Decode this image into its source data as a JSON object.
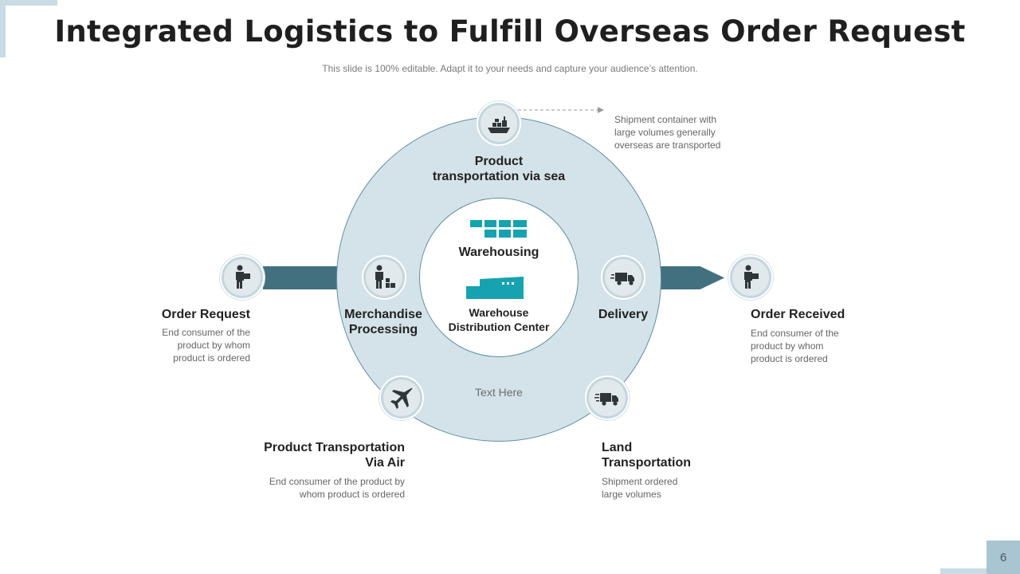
{
  "title": "Integrated Logistics to Fulfill Overseas Order Request",
  "subtitle": "This slide is 100% editable. Adapt it to your needs and capture your audience’s attention.",
  "page_number": "6",
  "center": {
    "warehousing": "Warehousing",
    "distribution": "Warehouse\nDistribution Center",
    "text_here": "Text Here"
  },
  "nodes": {
    "sea": {
      "label": "Product\ntransportation via sea",
      "desc": "Shipment container with\nlarge volumes generally\noverseas are transported",
      "icon": "cargo-ship-icon"
    },
    "order_request": {
      "label": "Order Request",
      "desc": "End consumer of the\nproduct by whom\nproduct is ordered",
      "icon": "person-with-box-icon"
    },
    "merchandise": {
      "label": "Merchandise\nProcessing",
      "icon": "worker-boxes-icon"
    },
    "delivery": {
      "label": "Delivery",
      "icon": "delivery-truck-icon"
    },
    "order_received": {
      "label": "Order Received",
      "desc": "End consumer of the\nproduct by whom\nproduct is ordered",
      "icon": "person-with-box-icon"
    },
    "air": {
      "label": "Product Transportation\nVia Air",
      "desc": "End consumer of the product by\nwhom product is ordered",
      "icon": "airplane-icon"
    },
    "land": {
      "label": "Land\nTransportation",
      "desc": "Shipment ordered\nlarge volumes",
      "icon": "fast-truck-icon"
    }
  },
  "colors": {
    "ring": "#d4e3e9",
    "arrow": "#42707f",
    "accent": "#17a2b0",
    "icon": "#2f3538"
  }
}
